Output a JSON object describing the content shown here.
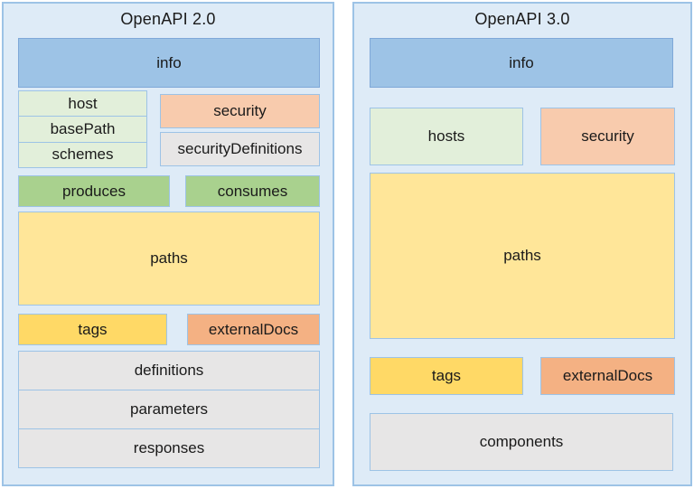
{
  "left": {
    "title": "OpenAPI 2.0",
    "info": "info",
    "host": "host",
    "basePath": "basePath",
    "schemes": "schemes",
    "security": "security",
    "securityDefinitions": "securityDefinitions",
    "produces": "produces",
    "consumes": "consumes",
    "paths": "paths",
    "tags": "tags",
    "externalDocs": "externalDocs",
    "definitions": "definitions",
    "parameters": "parameters",
    "responses": "responses"
  },
  "right": {
    "title": "OpenAPI 3.0",
    "info": "info",
    "hosts": "hosts",
    "security": "security",
    "paths": "paths",
    "tags": "tags",
    "externalDocs": "externalDocs",
    "components": "components"
  },
  "colors": {
    "panel_bg": "#DEEBF7",
    "panel_border": "#9DC3E6",
    "box_border": "#9DC3E6",
    "info_fill": "#9DC3E6",
    "info_border": "#7FA8D8",
    "light_green": "#E2EFDA",
    "green": "#A9D18E",
    "salmon": "#F8CBAD",
    "orange": "#F4B183",
    "light_yellow": "#FFE699",
    "gold": "#FFD966",
    "gray": "#E7E6E6",
    "text": "#1A1A1A"
  }
}
